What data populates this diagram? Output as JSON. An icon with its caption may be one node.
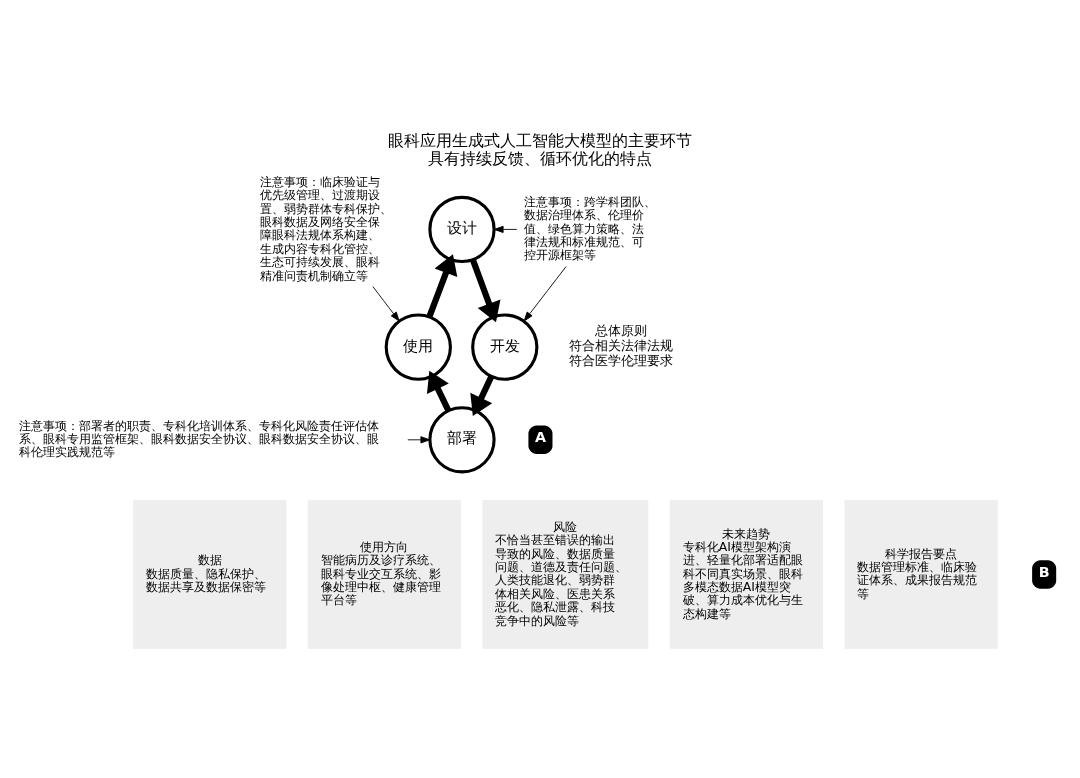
{
  "diagram": {
    "title": "眼科应用生成式人工智能大模型的主要环节具有持续反馈、循环优化的特点",
    "nodes": [
      {
        "text": [
          "设计"
        ]
      },
      {
        "text": [
          "注意事项：跨学科团队、数据治理体系、伦理价值、绿色算力策略、法律法规和标准规范、可控开源框架等"
        ]
      },
      {
        "text": [
          "注意事项：临床验证与优先级管理、过渡期设置、弱势群体专科保护、眼科数据及网络安全保障眼科法规体系构建、生成内容专科化管控、生态可持续发展、眼科精准问责机制确立等"
        ]
      },
      {
        "text": [
          "使用"
        ]
      },
      {
        "text": [
          "开发"
        ]
      },
      {
        "text": [
          "部署"
        ]
      },
      {
        "text": [
          "注意事项：部署者的职责、专科化培训体系、专科化风险责任评估体系、眼科专用监管框架、眼科数据安全协议、眼科数据安全协议、眼科伦理实践规范等"
        ]
      },
      {
        "text": [
          "数据",
          "数据质量、隐私保护、数据共享及数据保密等"
        ]
      },
      {
        "text": [
          "使用方向",
          "智能病历及诊疗系统、眼科专业交互系统、影像处理中枢、健康管理平台等"
        ]
      },
      {
        "text": [
          "风险",
          "不恰当甚至错误的输出导致的风险、数据质量问题、道德及责任问题、人类技能退化、弱势群体相关风险、医患关系恶化、隐私泄露、科技竞争中的风险等"
        ]
      },
      {
        "text": [
          "未来趋势",
          "专科化AI模型架构演进、轻量化部署适配眼科不同真实场景、眼科多模态数据AI模型突破、算力成本优化与生态构建等"
        ]
      },
      {
        "text": [
          "科学报告要点",
          "数据管理标准、临床验证体系、成果报告规范等"
        ]
      }
    ],
    "edges": [
      {
        "from": 3,
        "to": 0,
        "arrow": "to",
        "style": "thick"
      },
      {
        "from": 0,
        "to": 4,
        "arrow": "to",
        "style": "thick"
      },
      {
        "from": 4,
        "to": 5,
        "arrow": "to",
        "style": "thick"
      },
      {
        "from": 5,
        "to": 3,
        "arrow": "to",
        "style": "thick"
      },
      {
        "from": 1,
        "to": 0,
        "arrow": "to"
      },
      {
        "from": 1,
        "to": 4,
        "arrow": "to"
      },
      {
        "from": 2,
        "to": 3,
        "arrow": "to"
      },
      {
        "from": 6,
        "to": 5,
        "arrow": "to"
      }
    ],
    "labels": [
      "总体原则",
      "符合相关法律法规",
      "符合医学伦理要求",
      "A",
      "B"
    ]
  }
}
